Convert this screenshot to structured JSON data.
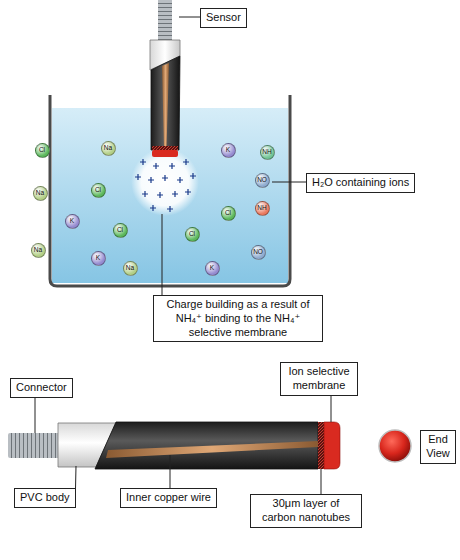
{
  "diagram": {
    "nodes": [
      {
        "text": [
          "Sensor"
        ]
      },
      {
        "text": [
          "H₂O containing ions"
        ]
      },
      {
        "text": [
          "Cl"
        ]
      },
      {
        "text": [
          "Na"
        ]
      },
      {
        "text": [
          "K"
        ]
      },
      {
        "text": [
          "NH"
        ]
      },
      {
        "text": [
          "NO"
        ]
      },
      {
        "text": [
          "Na"
        ]
      },
      {
        "text": [
          "Cl"
        ]
      },
      {
        "text": [
          "NH"
        ]
      },
      {
        "text": [
          "K"
        ]
      },
      {
        "text": [
          "Cl"
        ]
      },
      {
        "text": [
          "Cl"
        ]
      },
      {
        "text": [
          "Cl"
        ]
      },
      {
        "text": [
          "Na"
        ]
      },
      {
        "text": [
          "K"
        ]
      },
      {
        "text": [
          "Na"
        ]
      },
      {
        "text": [
          "K"
        ]
      },
      {
        "text": [
          "NO"
        ]
      },
      {
        "text": [
          "Charge building as a result of NH₄⁺ binding to the NH₄⁺ selective membrane"
        ]
      },
      {
        "text": [
          "Connector"
        ]
      },
      {
        "text": [
          "Ion selective membrane"
        ]
      },
      {
        "text": [
          "End View"
        ]
      },
      {
        "text": [
          "PVC body"
        ]
      },
      {
        "text": [
          "Inner copper wire"
        ]
      },
      {
        "text": [
          "30μm layer of carbon nanotubes"
        ]
      }
    ]
  }
}
